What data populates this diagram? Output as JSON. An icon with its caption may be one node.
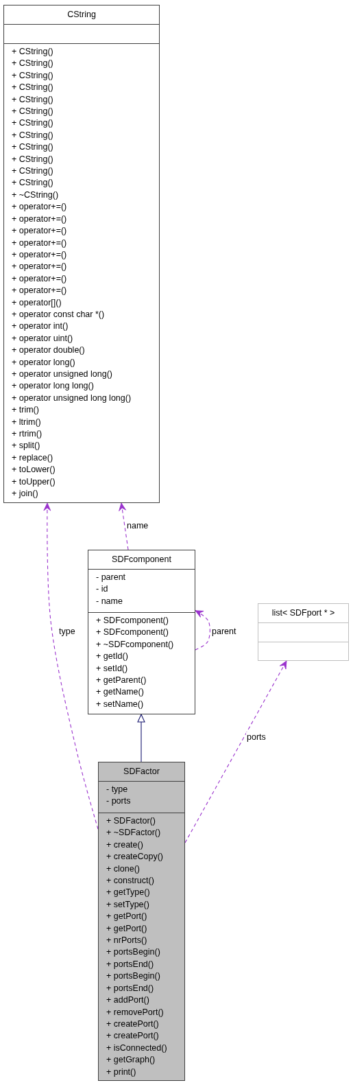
{
  "diagram": {
    "nodes": [
      {
        "text": [
          "CString"
        ]
      },
      {
        "text": [],
        "shape": "box",
        "in": 0
      },
      {
        "text": [
          "+ CString()",
          "+ CString()",
          "+ CString()",
          "+ CString()",
          "+ CString()",
          "+ CString()",
          "+ CString()",
          "+ CString()",
          "+ CString()",
          "+ CString()",
          "+ CString()",
          "+ CString()",
          "+ ~CString()",
          "+ operator+=()",
          "+ operator+=()",
          "+ operator+=()",
          "+ operator+=()",
          "+ operator+=()",
          "+ operator+=()",
          "+ operator+=()",
          "+ operator+=()",
          "+ operator[]()",
          "+ operator const char *()",
          "+ operator int()",
          "+ operator uint()",
          "+ operator double()",
          "+ operator long()",
          "+ operator unsigned long()",
          "+ operator long long()",
          "+ operator unsigned long long()",
          "+ trim()",
          "+ ltrim()",
          "+ rtrim()",
          "+ split()",
          "+ replace()",
          "+ toLower()",
          "+ toUpper()",
          "+ join()"
        ],
        "in": 0
      },
      {
        "text": [
          "SDFcomponent"
        ]
      },
      {
        "text": [
          "- parent",
          "- id",
          "- name"
        ],
        "in": 3
      },
      {
        "text": [
          "+ SDFcomponent()",
          "+ SDFcomponent()",
          "+ ~SDFcomponent()",
          "+ getId()",
          "+ setId()",
          "+ getParent()",
          "+ getName()",
          "+ setName()"
        ],
        "in": 3
      },
      {
        "text": [
          "list< SDFport * >"
        ]
      },
      {
        "text": [],
        "shape": "box",
        "in": 6
      },
      {
        "text": [],
        "shape": "box",
        "in": 6
      },
      {
        "text": [
          "SDFactor"
        ]
      },
      {
        "text": [
          "- type",
          "- ports"
        ],
        "in": 9
      },
      {
        "text": [
          "+ SDFactor()",
          "+ ~SDFactor()",
          "+ create()",
          "+ createCopy()",
          "+ clone()",
          "+ construct()",
          "+ getType()",
          "+ setType()",
          "+ getPort()",
          "+ getPort()",
          "+ nrPorts()",
          "+ portsBegin()",
          "+ portsEnd()",
          "+ portsBegin()",
          "+ portsEnd()",
          "+ addPort()",
          "+ removePort()",
          "+ createPort()",
          "+ createPort()",
          "+ isConnected()",
          "+ getGraph()",
          "+ print()"
        ],
        "in": 9
      }
    ],
    "edges": [
      {
        "from": 3,
        "to": 0,
        "arrow": "to",
        "label": "name",
        "style": "dashed"
      },
      {
        "from": 9,
        "to": 0,
        "arrow": "to",
        "label": "type",
        "style": "dashed"
      },
      {
        "from": 5,
        "to": 4,
        "arrow": "to",
        "label": "parent",
        "style": "dashed"
      },
      {
        "from": 9,
        "to": 6,
        "arrow": "to",
        "label": "ports",
        "style": "dashed"
      },
      {
        "from": 9,
        "to": 3,
        "arrow": "to",
        "color": "#191970"
      }
    ]
  }
}
